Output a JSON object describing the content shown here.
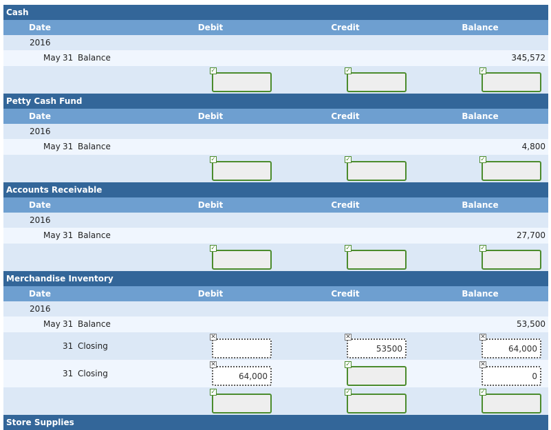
{
  "columns": {
    "date": "Date",
    "debit": "Debit",
    "credit": "Credit",
    "balance": "Balance"
  },
  "accounts": [
    {
      "title": "Cash",
      "year": "2016",
      "balance_row": {
        "month": "May",
        "day": "31",
        "desc": "Balance",
        "balance": "345,572"
      },
      "entries": [],
      "final_inputs": {
        "debit": "",
        "credit": "",
        "balance": ""
      }
    },
    {
      "title": "Petty Cash Fund",
      "year": "2016",
      "balance_row": {
        "month": "May",
        "day": "31",
        "desc": "Balance",
        "balance": "4,800"
      },
      "entries": [],
      "final_inputs": {
        "debit": "",
        "credit": "",
        "balance": ""
      }
    },
    {
      "title": "Accounts Receivable",
      "year": "2016",
      "balance_row": {
        "month": "May",
        "day": "31",
        "desc": "Balance",
        "balance": "27,700"
      },
      "entries": [],
      "final_inputs": {
        "debit": "",
        "credit": "",
        "balance": ""
      }
    },
    {
      "title": "Merchandise Inventory",
      "year": "2016",
      "balance_row": {
        "month": "May",
        "day": "31",
        "desc": "Balance",
        "balance": "53,500"
      },
      "entries": [
        {
          "day": "31",
          "desc": "Closing",
          "debit": {
            "value": "",
            "status": "incorrect"
          },
          "credit": {
            "value": "53500",
            "status": "incorrect"
          },
          "balance": {
            "value": "64,000",
            "status": "incorrect"
          }
        },
        {
          "day": "31",
          "desc": "Closing",
          "debit": {
            "value": "64,000",
            "status": "incorrect"
          },
          "credit": {
            "value": "",
            "status": "correct"
          },
          "balance": {
            "value": "0",
            "status": "incorrect"
          }
        }
      ],
      "final_inputs": {
        "debit": "",
        "credit": "",
        "balance": ""
      }
    },
    {
      "title": "Store Supplies",
      "year": "",
      "balance_row": null,
      "entries": [],
      "final_inputs": null
    }
  ],
  "icons": {
    "correct": "check-icon",
    "incorrect": "x-icon"
  },
  "colors": {
    "title_bar": "#336699",
    "header": "#6e9fd0",
    "correct_border": "#4b8b2c"
  }
}
